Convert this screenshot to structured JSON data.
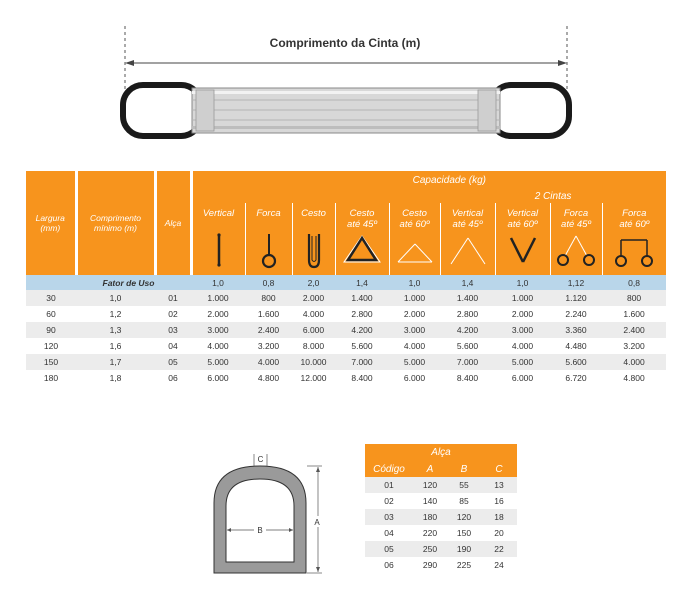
{
  "sling": {
    "title": "Comprimento da Cinta (m)"
  },
  "table": {
    "headers": {
      "largura": [
        "Largura",
        "(mm)"
      ],
      "comprimento": [
        "Comprimento",
        "mínimo (m)"
      ],
      "alca": "Alça",
      "capacidade": "Capacidade (kg)",
      "duas_cintas": "2 Cintas",
      "cols": [
        [
          "Vertical",
          ""
        ],
        [
          "Forca",
          ""
        ],
        [
          "Cesto",
          ""
        ],
        [
          "Cesto",
          "até 45º"
        ],
        [
          "Cesto",
          "até 60º"
        ],
        [
          "Vertical",
          "até 45º"
        ],
        [
          "Vertical",
          "até 60º"
        ],
        [
          "Forca",
          "até 45º"
        ],
        [
          "Forca",
          "até 60º"
        ]
      ]
    },
    "fator": {
      "label": "Fator de Uso",
      "values": [
        "1,0",
        "0,8",
        "2,0",
        "1,4",
        "1,0",
        "1,4",
        "1,0",
        "1,12",
        "0,8"
      ]
    },
    "rows": [
      {
        "largura": "30",
        "comp": "1,0",
        "alca": "01",
        "vals": [
          "1.000",
          "800",
          "2.000",
          "1.400",
          "1.000",
          "1.400",
          "1.000",
          "1.120",
          "800"
        ]
      },
      {
        "largura": "60",
        "comp": "1,2",
        "alca": "02",
        "vals": [
          "2.000",
          "1.600",
          "4.000",
          "2.800",
          "2.000",
          "2.800",
          "2.000",
          "2.240",
          "1.600"
        ]
      },
      {
        "largura": "90",
        "comp": "1,3",
        "alca": "03",
        "vals": [
          "3.000",
          "2.400",
          "6.000",
          "4.200",
          "3.000",
          "4.200",
          "3.000",
          "3.360",
          "2.400"
        ]
      },
      {
        "largura": "120",
        "comp": "1,6",
        "alca": "04",
        "vals": [
          "4.000",
          "3.200",
          "8.000",
          "5.600",
          "4.000",
          "5.600",
          "4.000",
          "4.480",
          "3.200"
        ]
      },
      {
        "largura": "150",
        "comp": "1,7",
        "alca": "05",
        "vals": [
          "5.000",
          "4.000",
          "10.000",
          "7.000",
          "5.000",
          "7.000",
          "5.000",
          "5.600",
          "4.000"
        ]
      },
      {
        "largura": "180",
        "comp": "1,8",
        "alca": "06",
        "vals": [
          "6.000",
          "4.800",
          "12.000",
          "8.400",
          "6.000",
          "8.400",
          "6.000",
          "6.720",
          "4.800"
        ]
      }
    ]
  },
  "eye": {
    "label_a": "A",
    "label_b": "B",
    "label_c": "C"
  },
  "alca_table": {
    "title": "Alça",
    "headers": [
      "Código",
      "A",
      "B",
      "C"
    ],
    "rows": [
      [
        "01",
        "120",
        "55",
        "13"
      ],
      [
        "02",
        "140",
        "85",
        "16"
      ],
      [
        "03",
        "180",
        "120",
        "18"
      ],
      [
        "04",
        "220",
        "150",
        "20"
      ],
      [
        "05",
        "250",
        "190",
        "22"
      ],
      [
        "06",
        "290",
        "225",
        "24"
      ]
    ]
  }
}
